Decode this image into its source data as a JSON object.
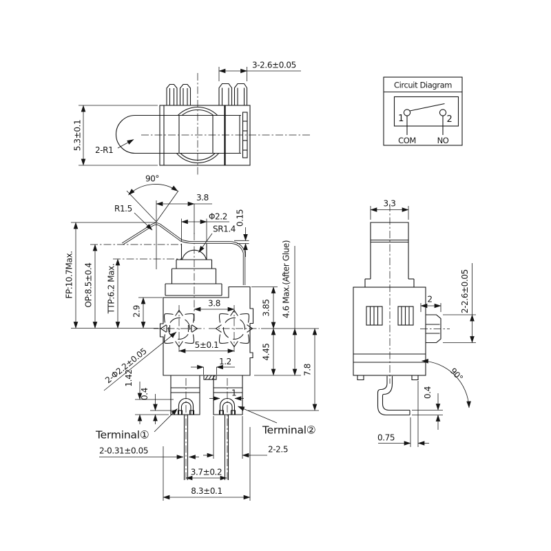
{
  "top": {
    "dim_tabs": "3-2.6±0.05",
    "dim_height": "5.3±0.1",
    "dim_lever_radius": "2-R1"
  },
  "circuit": {
    "title": "Circuit Diagram",
    "pin1": "1",
    "pin2": "2",
    "com": "COM",
    "no": "NO"
  },
  "front": {
    "bend_angle": "90°",
    "lever_radius": "R1.5",
    "peak_offset": "3.8",
    "plunger_dia": "Φ2.2",
    "dome_radius": "SR1.4",
    "wire_gap": "0.15",
    "free_pos": "FP:10.7Max.",
    "op_pos": "OP:8.5±0.4",
    "travel_pos": "TTP:6.2 Max.",
    "top_to_hole": "2.9",
    "hole_dia": "2-Φ2.2±0.05",
    "hole_offset": "3.8",
    "hole_pitch": "5±0.1",
    "glue_height": "4.6 Max.(After Glue)",
    "upper_height": "3.85",
    "lower_height": "4.45",
    "total_height": "7.8",
    "boss_width": "1.2",
    "slot_width": "1",
    "foot_height": "1.42",
    "sheet_thk": "0.4",
    "terminal1": "Terminal①",
    "terminal2": "Terminal②",
    "pin_thk": "2-0.31±0.05",
    "foot_width": "2-2.5",
    "pin_pitch": "3.7±0.2",
    "body_width": "8.3±0.1"
  },
  "side": {
    "plunger_width": "3.3",
    "tab_depth": "2",
    "tab_height": "2-2.6±0.05",
    "bend_angle": "90°",
    "sheet_thk": "0.4",
    "foot_offset": "0.75"
  }
}
